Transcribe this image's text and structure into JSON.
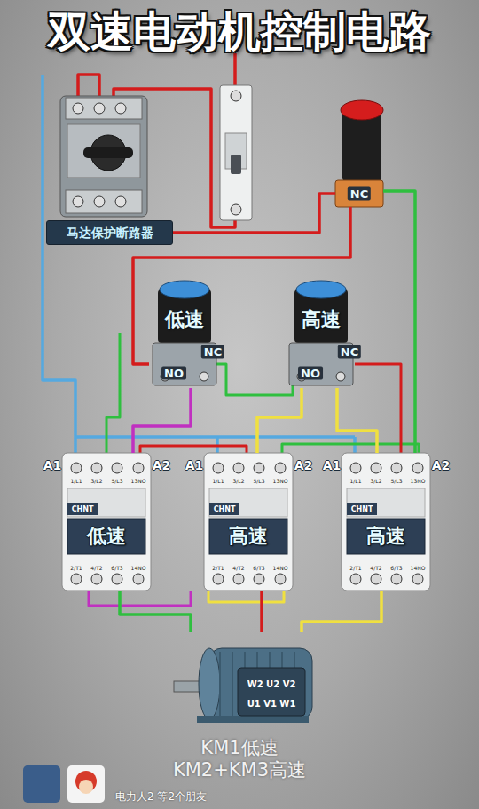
{
  "diagram": {
    "title": "双速电动机控制电路",
    "caption": "KM1低速 KM2+KM3高速",
    "nodes": [
      {
        "text": [
          "马达保护断路器"
        ]
      },
      {
        "text": [
          "NC"
        ]
      },
      {
        "text": [
          "低速",
          "NC",
          "NO"
        ]
      },
      {
        "text": [
          "高速",
          "NC",
          "NO"
        ]
      },
      {
        "text": [
          "低速"
        ]
      },
      {
        "text": [
          "高速"
        ]
      },
      {
        "text": [
          "高速"
        ]
      },
      {
        "text": [
          "W2 U2 V2",
          "U1 V1 W1"
        ]
      }
    ],
    "edges": [
      {
        "from": 0,
        "to": 1,
        "arrow": "none"
      },
      {
        "from": 1,
        "to": 2,
        "arrow": "none"
      },
      {
        "from": 1,
        "to": 6,
        "arrow": "none"
      },
      {
        "from": 2,
        "to": 4,
        "arrow": "none"
      },
      {
        "from": 3,
        "to": 5,
        "arrow": "none"
      },
      {
        "from": 3,
        "to": 6,
        "arrow": "none"
      },
      {
        "from": 4,
        "to": 7,
        "arrow": "none"
      },
      {
        "from": 5,
        "to": 7,
        "arrow": "none"
      },
      {
        "from": 6,
        "to": 7,
        "arrow": "none"
      }
    ],
    "labels": [
      "A1",
      "A2",
      "A1",
      "A2",
      "A1",
      "A2",
      "CHNT",
      "CHNT",
      "CHNT",
      "1/L1",
      "3/L2",
      "5/L3",
      "13NO",
      "2/T1",
      "4/T2",
      "6/T3",
      "14NO",
      "1/L1",
      "3/L2",
      "5/L3",
      "13NO",
      "2/T1",
      "4/T2",
      "6/T3",
      "14NO",
      "1/L1",
      "3/L2",
      "5/L3",
      "13NO",
      "2/T1",
      "4/T2",
      "6/T3",
      "14NO",
      "电力人2 等2个朋友"
    ]
  }
}
